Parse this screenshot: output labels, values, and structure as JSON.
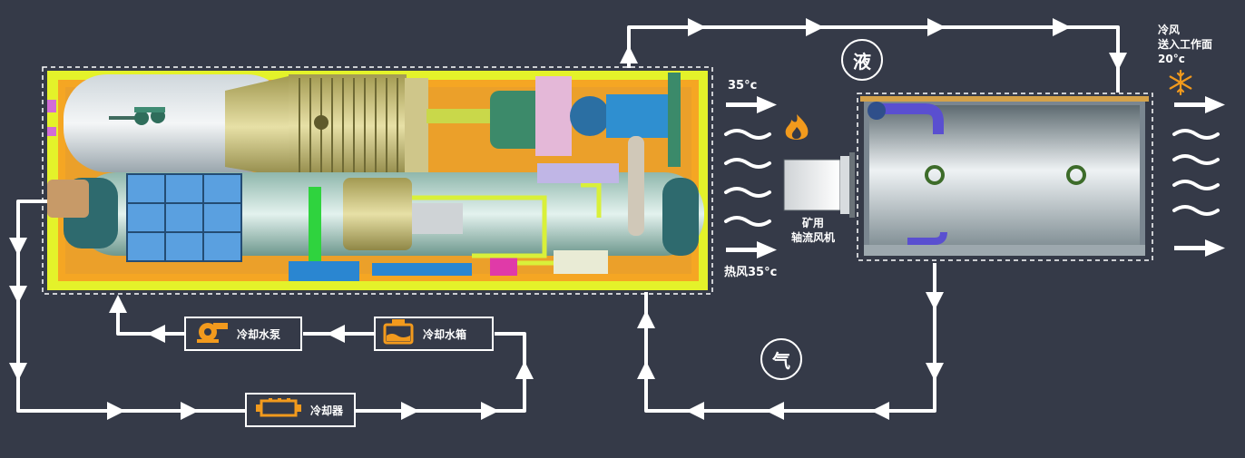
{
  "labels": {
    "hot_in_temp": "35°c",
    "hot_out": "热风35°c",
    "fan": "矿用\n轴流风机",
    "cold_air_title": "冷风",
    "cold_air_line2": "送入工作面",
    "cold_air_temp": "20°c",
    "liquid": "液",
    "gas": "气"
  },
  "boxes": {
    "pump": "冷却水泵",
    "tank": "冷却水箱",
    "cooler": "冷却器"
  },
  "colors": {
    "background": "#353a48",
    "line": "#ffffff",
    "icon_accent": "#f29a1d",
    "machine_frame": "#f5a623",
    "machine_base": "#e4f22a"
  }
}
